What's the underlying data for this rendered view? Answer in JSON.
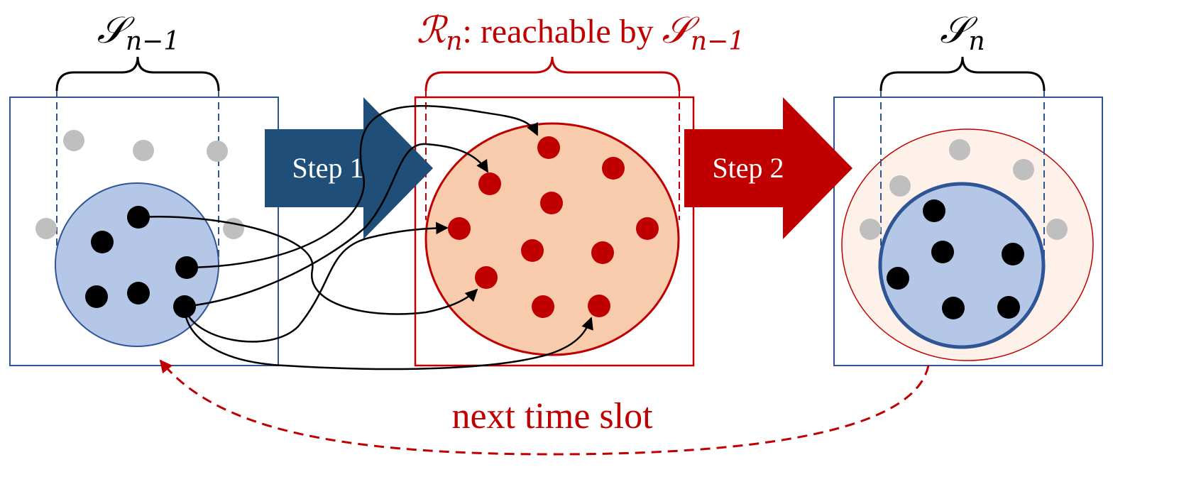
{
  "labels": {
    "left_set": {
      "base": "𝒮",
      "sub": "n−1"
    },
    "middle_set": {
      "base": "ℛ",
      "sub": "n",
      "text": ": reachable by ",
      "ref_base": "𝒮",
      "ref_sub": "n−1"
    },
    "right_set": {
      "base": "𝒮",
      "sub": "n"
    },
    "step1": "Step 1",
    "step2": "Step 2",
    "loop": "next time slot"
  },
  "colors": {
    "blue_dark": "#1f4e79",
    "blue_border": "#2f5597",
    "blue_fill": "#b4c7e7",
    "red": "#c00000",
    "orange_fill": "#f8cbad",
    "orange_light": "#fdf1ea",
    "gray_dot": "#bfbfbf",
    "black_dot": "#000000"
  }
}
